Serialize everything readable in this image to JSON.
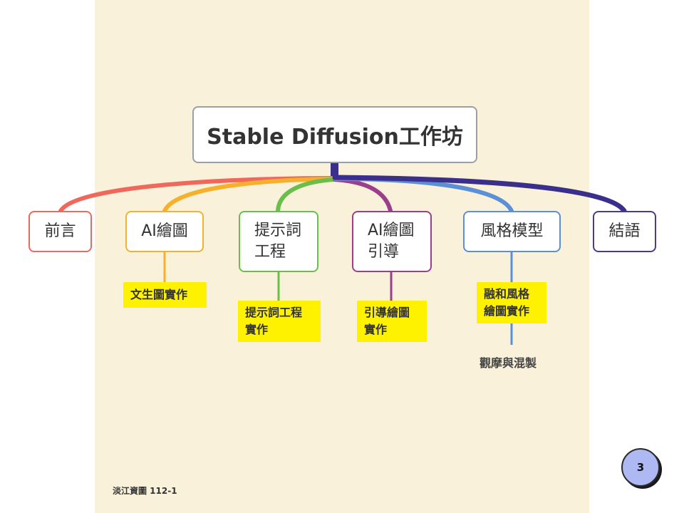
{
  "mindmap": {
    "root": "Stable Diffusion工作坊",
    "branches": [
      {
        "id": "preface",
        "label": "前言",
        "color": "#f0675c"
      },
      {
        "id": "ai-drawing",
        "label": "AI繪圖",
        "color": "#f7b02b",
        "subtopics": [
          "文生圖實作"
        ]
      },
      {
        "id": "prompt-eng",
        "label": "提示詞\n工程",
        "color": "#6abf4b",
        "subtopics": [
          "提示詞工程\n實作"
        ]
      },
      {
        "id": "ai-guidance",
        "label": "AI繪圖\n引導",
        "color": "#9b3f8c",
        "subtopics": [
          "引導繪圖\n實作"
        ]
      },
      {
        "id": "style-model",
        "label": "風格模型",
        "color": "#5b8fd6",
        "subtopics": [
          "融和風格\n繪圖實作",
          "觀摩與混製"
        ]
      },
      {
        "id": "conclusion",
        "label": "結語",
        "color": "#4b3b8c"
      }
    ],
    "trunk_color": "#3a2f8a"
  },
  "footer": {
    "text": "淡江資圖 112-1"
  },
  "page": {
    "number": "3"
  }
}
